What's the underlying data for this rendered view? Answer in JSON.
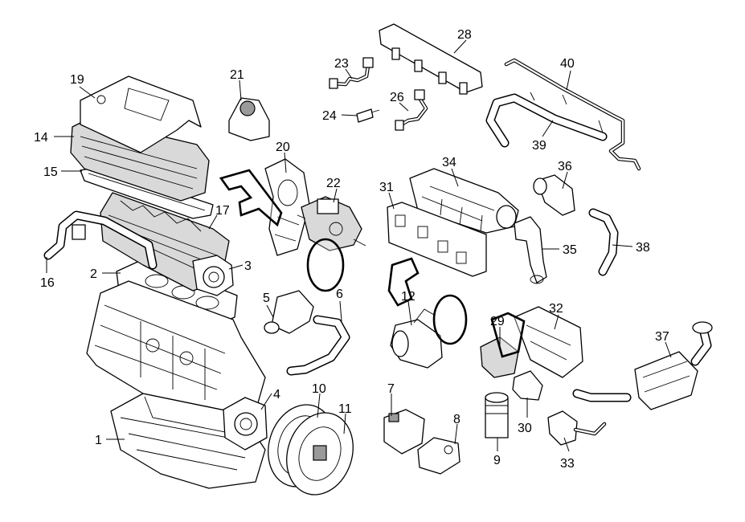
{
  "callouts": [
    {
      "id": "1",
      "text": "1"
    },
    {
      "id": "2",
      "text": "2"
    },
    {
      "id": "3",
      "text": "3"
    },
    {
      "id": "4",
      "text": "4"
    },
    {
      "id": "5",
      "text": "5"
    },
    {
      "id": "6",
      "text": "6"
    },
    {
      "id": "7",
      "text": "7"
    },
    {
      "id": "8",
      "text": "8"
    },
    {
      "id": "9",
      "text": "9"
    },
    {
      "id": "10",
      "text": "10"
    },
    {
      "id": "11",
      "text": "11"
    },
    {
      "id": "12",
      "text": "12"
    },
    {
      "id": "14",
      "text": "14"
    },
    {
      "id": "15",
      "text": "15"
    },
    {
      "id": "16",
      "text": "16"
    },
    {
      "id": "17",
      "text": "17"
    },
    {
      "id": "19",
      "text": "19"
    },
    {
      "id": "20",
      "text": "20"
    },
    {
      "id": "21",
      "text": "21"
    },
    {
      "id": "22",
      "text": "22"
    },
    {
      "id": "23",
      "text": "23"
    },
    {
      "id": "24",
      "text": "24"
    },
    {
      "id": "26",
      "text": "26"
    },
    {
      "id": "28",
      "text": "28"
    },
    {
      "id": "29",
      "text": "29"
    },
    {
      "id": "30",
      "text": "30"
    },
    {
      "id": "31",
      "text": "31"
    },
    {
      "id": "32",
      "text": "32"
    },
    {
      "id": "33",
      "text": "33"
    },
    {
      "id": "34",
      "text": "34"
    },
    {
      "id": "35",
      "text": "35"
    },
    {
      "id": "36",
      "text": "36"
    },
    {
      "id": "37",
      "text": "37"
    },
    {
      "id": "38",
      "text": "38"
    },
    {
      "id": "39",
      "text": "39"
    },
    {
      "id": "40",
      "text": "40"
    }
  ]
}
